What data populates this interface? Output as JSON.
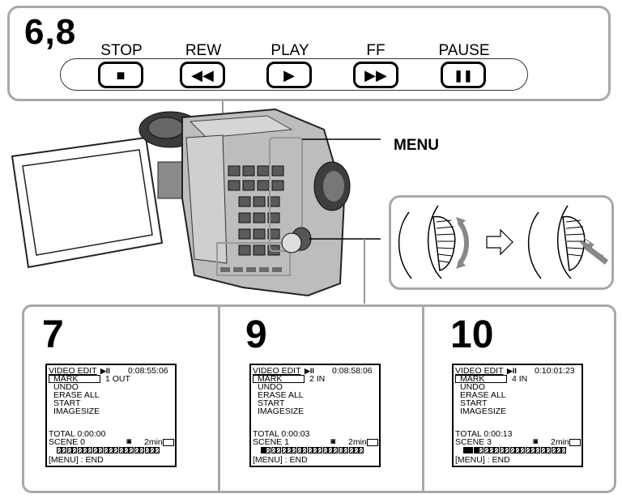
{
  "top_panel": {
    "step_label": "6,8",
    "buttons": [
      {
        "label": "STOP",
        "glyph": "■"
      },
      {
        "label": "REW",
        "glyph": "◀◀"
      },
      {
        "label": "PLAY",
        "glyph": "▶"
      },
      {
        "label": "FF",
        "glyph": "▶▶"
      },
      {
        "label": "PAUSE",
        "glyph": "❚❚"
      }
    ]
  },
  "menu_label": "MENU",
  "steps": [
    {
      "number": "7",
      "screen": {
        "title": "VIDEO EDIT",
        "play_pause_icon": "▶II",
        "timecode": "0:08:55:06",
        "mark_label": "MARK",
        "mark_value": "1  OUT",
        "menu_items": [
          "UNDO",
          "ERASE ALL",
          "START",
          "IMAGESIZE"
        ],
        "total": "TOTAL  0:00:00",
        "scene": "SCENE  0",
        "remaining": "2min",
        "filled_cells": 0,
        "footer": "[MENU] : END"
      }
    },
    {
      "number": "9",
      "screen": {
        "title": "VIDEO EDIT",
        "play_pause_icon": "▶II",
        "timecode": "0:08:58:06",
        "mark_label": "MARK",
        "mark_value": "2  IN",
        "menu_items": [
          "UNDO",
          "ERASE ALL",
          "START",
          "IMAGESIZE"
        ],
        "total": "TOTAL  0:00:03",
        "scene": "SCENE  1",
        "remaining": "2min",
        "filled_cells": 1,
        "footer": "[MENU] : END"
      }
    },
    {
      "number": "10",
      "screen": {
        "title": "VIDEO EDIT",
        "play_pause_icon": "▶II",
        "timecode": "0:10:01:23",
        "mark_label": "MARK",
        "mark_value": "4  IN",
        "menu_items": [
          "UNDO",
          "ERASE ALL",
          "START",
          "IMAGESIZE"
        ],
        "total": "TOTAL  0:00:13",
        "scene": "SCENE  3",
        "remaining": "2min",
        "filled_cells": 3,
        "footer": "[MENU] : END"
      }
    }
  ]
}
